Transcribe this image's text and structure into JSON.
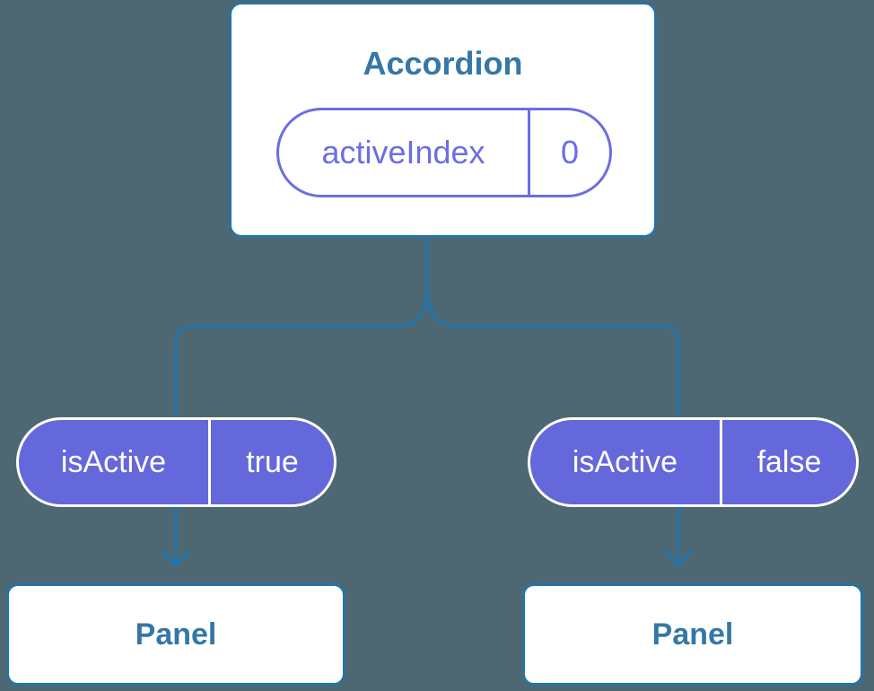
{
  "colors": {
    "bg": "#4D6872",
    "stroke_blue": "#2673A6",
    "text_blue": "#3577A6",
    "purple": "#6468DA",
    "purple_outline": "#6C6EE0",
    "node_bg": "#FFFFFF",
    "pill_text_light": "#FFFFFF"
  },
  "accordion": {
    "title": "Accordion",
    "state": {
      "name": "activeIndex",
      "value": "0"
    }
  },
  "children": [
    {
      "prop": {
        "name": "isActive",
        "value": "true"
      },
      "label": "Panel"
    },
    {
      "prop": {
        "name": "isActive",
        "value": "false"
      },
      "label": "Panel"
    }
  ]
}
